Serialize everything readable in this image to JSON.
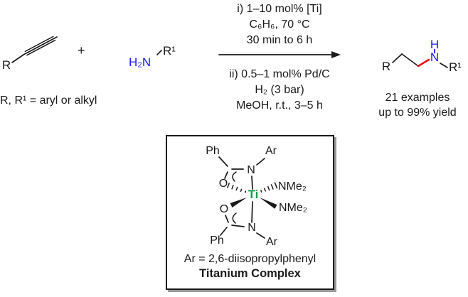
{
  "colors": {
    "ink": "#1a1a1a",
    "amine_blue": "#1a1aff",
    "new_bond_red": "#ee1111",
    "titanium_green": "#169a49"
  },
  "scheme": {
    "alkyne": {
      "r": "R"
    },
    "plus": "+",
    "amine": {
      "h2n": "H₂N",
      "r1": "R¹"
    },
    "conditions_step1": {
      "line1": "i) 1–10 mol% [Ti]",
      "line2": "C₆H₆, 70 °C",
      "line3": "30 min to 6 h"
    },
    "conditions_step2": {
      "line1": "ii) 0.5–1 mol% Pd/C",
      "line2": "H₂ (3 bar)",
      "line3": "MeOH, r.t., 3–5 h"
    },
    "substituents_note": "R, R¹ = aryl or alkyl",
    "product": {
      "r": "R",
      "h": "H",
      "n": "N",
      "r1": "R¹"
    },
    "results": {
      "line1": "21 examples",
      "line2": "up to 99% yield"
    }
  },
  "complex_box": {
    "atoms": {
      "ph": "Ph",
      "ar": "Ar",
      "n": "N",
      "o": "O",
      "ti": "Ti",
      "nme2": "NMe₂"
    },
    "ar_definition": "Ar = 2,6-diisopropylphenyl",
    "title": "Titanium Complex"
  }
}
